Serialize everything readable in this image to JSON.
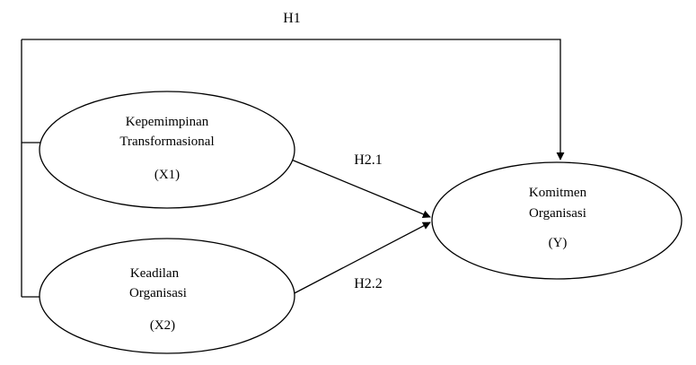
{
  "nodes": {
    "x1": {
      "line1": "Kepemimpinan",
      "line2": "Transformasional",
      "code": "(X1)"
    },
    "x2": {
      "line1": "Keadilan",
      "line2": "Organisasi",
      "code": "(X2)"
    },
    "y": {
      "line1": "Komitmen",
      "line2": "Organisasi",
      "code": "(Y)"
    }
  },
  "edges": {
    "h1": "H1",
    "h21": "H2.1",
    "h22": "H2.2"
  },
  "colors": {
    "stroke": "#000000",
    "background": "#ffffff"
  }
}
